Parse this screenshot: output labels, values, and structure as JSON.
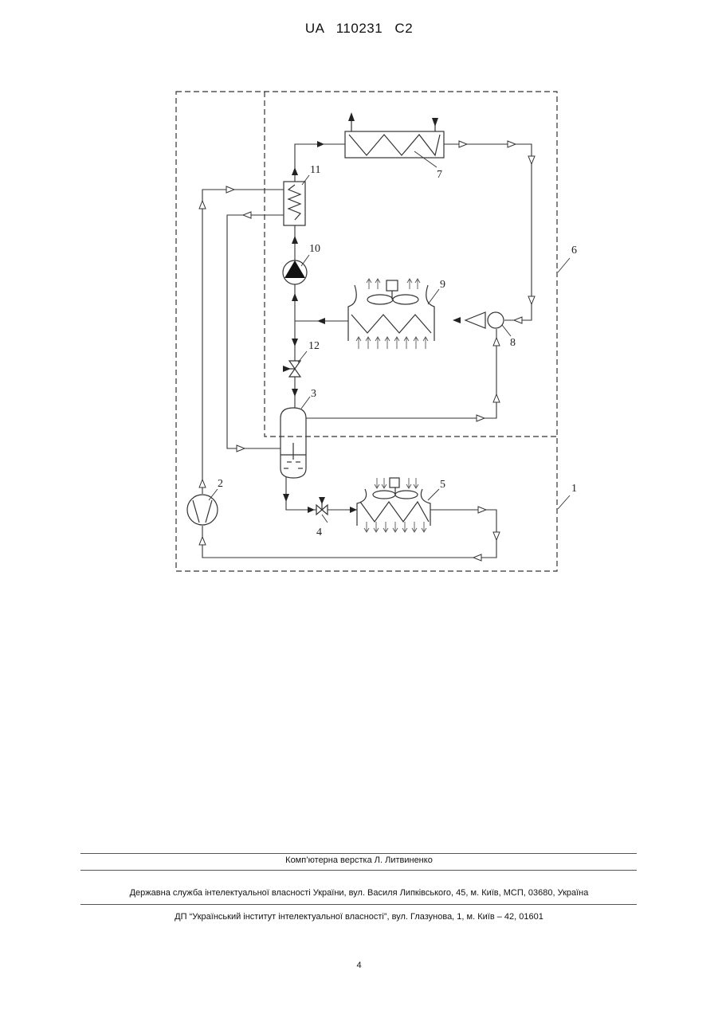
{
  "header": {
    "doc_number": "UA   110231   C2"
  },
  "diagram": {
    "labels": [
      "1",
      "2",
      "3",
      "4",
      "5",
      "6",
      "7",
      "8",
      "9",
      "10",
      "11",
      "12"
    ]
  },
  "footer": {
    "layout_credit": "Комп’ютерна верстка Л. Литвиненко",
    "agency_line": "Державна служба інтелектуальної власності України, вул. Василя Липківського, 45, м. Київ, МСП, 03680, Україна",
    "institute_line": "ДП “Український інститут інтелектуальної власності”, вул. Глазунова, 1, м. Київ – 42, 01601",
    "page_number": "4"
  }
}
